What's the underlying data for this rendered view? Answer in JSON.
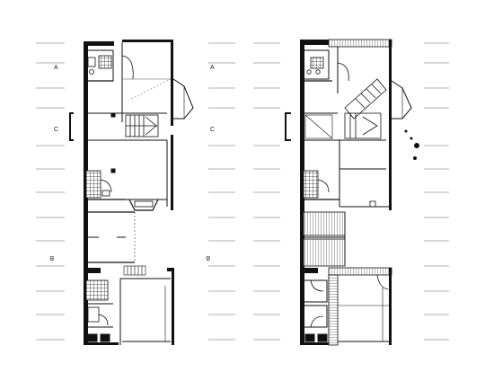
{
  "labels": {
    "a_left": "A",
    "a_right": "A",
    "c_left": "C",
    "c_right": "C",
    "b_left": "B",
    "b_right": "B"
  },
  "colors": {
    "ink": "#111111",
    "hatch": "#333333",
    "dash": "#999999",
    "background": "#ffffff"
  }
}
